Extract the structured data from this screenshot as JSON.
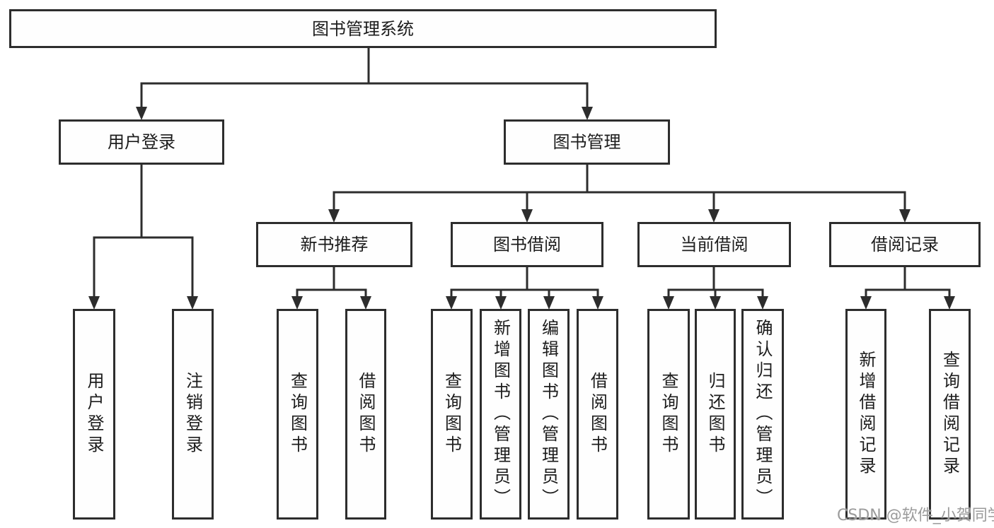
{
  "diagram": {
    "type": "hierarchy-tree",
    "root": {
      "label": "图书管理系统",
      "children": {
        "user_login": {
          "label": "用户登录",
          "children": {
            "login": {
              "label": "用户登录"
            },
            "logout": {
              "label": "注销登录"
            }
          }
        },
        "book_mgmt": {
          "label": "图书管理",
          "children": {
            "new_books": {
              "label": "新书推荐",
              "children": {
                "query": {
                  "label": "查询图书"
                },
                "borrow": {
                  "label": "借阅图书"
                }
              }
            },
            "book_borrow": {
              "label": "图书借阅",
              "children": {
                "query": {
                  "label": "查询图书"
                },
                "add": {
                  "label": "新增图书（管理员）"
                },
                "edit": {
                  "label": "编辑图书（管理员）"
                },
                "borrow": {
                  "label": "借阅图书"
                }
              }
            },
            "current_borrow": {
              "label": "当前借阅",
              "children": {
                "query": {
                  "label": "查询图书"
                },
                "return": {
                  "label": "归还图书"
                },
                "confirm": {
                  "label": "确认归还（管理员）"
                }
              }
            },
            "borrow_records": {
              "label": "借阅记录",
              "children": {
                "add": {
                  "label": "新增借阅记录"
                },
                "query": {
                  "label": "查询借阅记录"
                }
              }
            }
          }
        }
      }
    }
  },
  "watermark": {
    "text": "CSDN @软件_小贺同学"
  },
  "colors": {
    "line": "#2d2d2d",
    "box_border": "#2d2d2d",
    "box_fill": "#fefefe",
    "text": "#1c1c1c",
    "watermark": "#9b9b9b",
    "background": "#ffffff"
  }
}
